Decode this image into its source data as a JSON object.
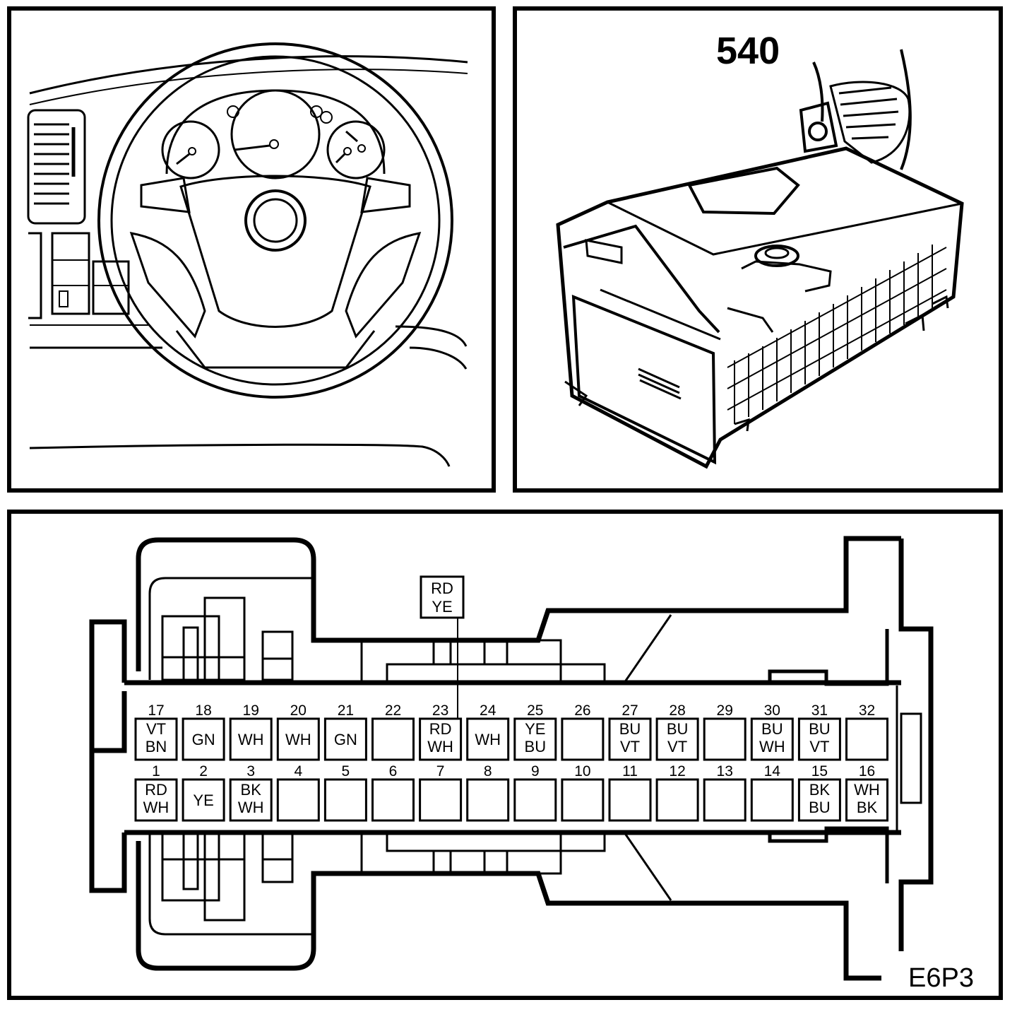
{
  "component_number": "540",
  "figure_id": "E6P3",
  "callout": {
    "pin": 23,
    "lines": [
      "RD",
      "YE"
    ]
  },
  "pins_top": [
    {
      "n": "17",
      "lines": [
        "VT",
        "BN"
      ]
    },
    {
      "n": "18",
      "lines": [
        "GN"
      ]
    },
    {
      "n": "19",
      "lines": [
        "WH"
      ]
    },
    {
      "n": "20",
      "lines": [
        "WH"
      ]
    },
    {
      "n": "21",
      "lines": [
        "GN"
      ]
    },
    {
      "n": "22",
      "lines": []
    },
    {
      "n": "23",
      "lines": [
        "RD",
        "WH"
      ]
    },
    {
      "n": "24",
      "lines": [
        "WH"
      ]
    },
    {
      "n": "25",
      "lines": [
        "YE",
        "BU"
      ]
    },
    {
      "n": "26",
      "lines": []
    },
    {
      "n": "27",
      "lines": [
        "BU",
        "VT"
      ]
    },
    {
      "n": "28",
      "lines": [
        "BU",
        "VT"
      ]
    },
    {
      "n": "29",
      "lines": []
    },
    {
      "n": "30",
      "lines": [
        "BU",
        "WH"
      ]
    },
    {
      "n": "31",
      "lines": [
        "BU",
        "VT"
      ]
    },
    {
      "n": "32",
      "lines": []
    }
  ],
  "pins_bottom": [
    {
      "n": "1",
      "lines": [
        "RD",
        "WH"
      ]
    },
    {
      "n": "2",
      "lines": [
        "YE"
      ]
    },
    {
      "n": "3",
      "lines": [
        "BK",
        "WH"
      ]
    },
    {
      "n": "4",
      "lines": []
    },
    {
      "n": "5",
      "lines": []
    },
    {
      "n": "6",
      "lines": []
    },
    {
      "n": "7",
      "lines": []
    },
    {
      "n": "8",
      "lines": []
    },
    {
      "n": "9",
      "lines": []
    },
    {
      "n": "10",
      "lines": []
    },
    {
      "n": "11",
      "lines": []
    },
    {
      "n": "12",
      "lines": []
    },
    {
      "n": "13",
      "lines": []
    },
    {
      "n": "14",
      "lines": []
    },
    {
      "n": "15",
      "lines": [
        "BK",
        "BU"
      ]
    },
    {
      "n": "16",
      "lines": [
        "WH",
        "BK"
      ]
    }
  ]
}
